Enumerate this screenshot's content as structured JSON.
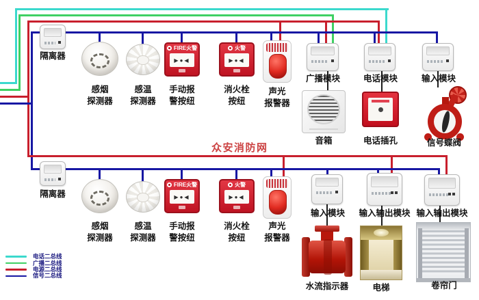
{
  "watermark": "众安消防网",
  "wire_colors": {
    "phone": "#3BD9CD",
    "broadcast": "#3FD063",
    "power": "#C81F2D",
    "signal": "#1717A3"
  },
  "legend": {
    "items": [
      {
        "label": "电话二总线",
        "color": "#3BD9CD"
      },
      {
        "label": "广播二总线",
        "color": "#3FD063"
      },
      {
        "label": "电源二总线",
        "color": "#C81F2D"
      },
      {
        "label": "信号二总线",
        "color": "#1717A3"
      }
    ]
  },
  "fire_buttons": {
    "manual_header": "FIRE火警",
    "hydrant_header": "火警",
    "panel_glyphs": "▶●◀"
  },
  "row1": {
    "isolator_label": "隔离器",
    "device_labels": [
      {
        "l1": "感烟",
        "l2": "探测器"
      },
      {
        "l1": "感温",
        "l2": "探测器"
      },
      {
        "l1": "手动报",
        "l2": "警按纽"
      },
      {
        "l1": "消火栓",
        "l2": "按纽"
      },
      {
        "l1": "声光",
        "l2": "报警器"
      }
    ],
    "module_labels": [
      "广播模块",
      "电话模块",
      "输入模块"
    ],
    "sub_device_labels": [
      "音箱",
      "电话插孔",
      "信号蝶阀"
    ]
  },
  "row2": {
    "isolator_label": "隔离器",
    "device_labels": [
      {
        "l1": "感烟",
        "l2": "探测器"
      },
      {
        "l1": "感温",
        "l2": "探测器"
      },
      {
        "l1": "手动报",
        "l2": "警按纽"
      },
      {
        "l1": "消火栓",
        "l2": "按纽"
      },
      {
        "l1": "声光",
        "l2": "报警器"
      }
    ],
    "module_labels": [
      "输入模块",
      "输入输出模块",
      "输入输出模块"
    ],
    "sub_device_labels": [
      "水流指示器",
      "电梯",
      "卷帘门"
    ]
  }
}
